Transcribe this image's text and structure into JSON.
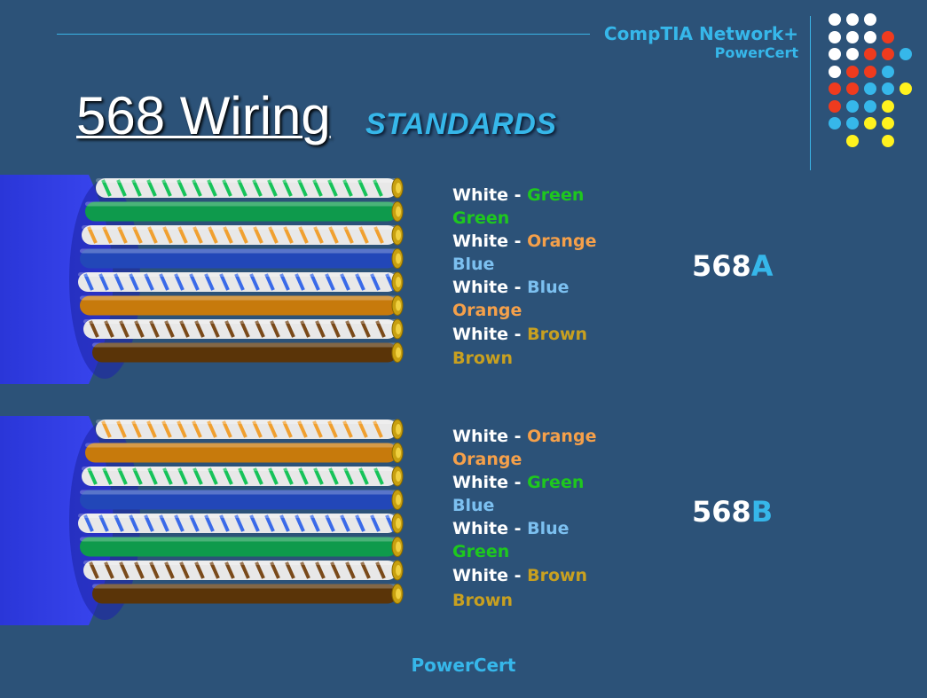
{
  "header": {
    "brand_line1": "CompTIA Network+",
    "brand_line2": "PowerCert",
    "title": "568 Wiring",
    "subtitle": "STANDARDS"
  },
  "footer": {
    "text": "PowerCert"
  },
  "colors": {
    "background": "#2c5278",
    "accent": "#36b7ea",
    "white": "#ffffff",
    "green": "#1ec81e",
    "orange": "#f5a04a",
    "blue": "#7cc0f0",
    "brown": "#c8a020",
    "cable_jacket": "#2a36d8"
  },
  "standards": [
    {
      "id": "568A",
      "label_prefix": "568",
      "label_suffix": "A",
      "wires": [
        {
          "white": "White",
          "sep": " - ",
          "color_name": "Green",
          "color": "green",
          "striped": true
        },
        {
          "white": "",
          "sep": "",
          "color_name": "Green",
          "color": "green",
          "striped": false
        },
        {
          "white": "White",
          "sep": " - ",
          "color_name": "Orange",
          "color": "orange",
          "striped": true
        },
        {
          "white": "",
          "sep": "",
          "color_name": "Blue",
          "color": "blue",
          "striped": false
        },
        {
          "white": "White",
          "sep": " - ",
          "color_name": "Blue",
          "color": "blue",
          "striped": true
        },
        {
          "white": "",
          "sep": "",
          "color_name": "Orange",
          "color": "orange",
          "striped": false
        },
        {
          "white": "White",
          "sep": " - ",
          "color_name": "Brown",
          "color": "brown",
          "striped": true
        },
        {
          "white": "",
          "sep": "",
          "color_name": "Brown",
          "color": "brown",
          "striped": false
        }
      ]
    },
    {
      "id": "568B",
      "label_prefix": "568",
      "label_suffix": "B",
      "wires": [
        {
          "white": "White",
          "sep": " - ",
          "color_name": "Orange",
          "color": "orange",
          "striped": true
        },
        {
          "white": "",
          "sep": "",
          "color_name": "Orange",
          "color": "orange",
          "striped": false
        },
        {
          "white": "White",
          "sep": " - ",
          "color_name": "Green",
          "color": "green",
          "striped": true
        },
        {
          "white": "",
          "sep": "",
          "color_name": "Blue",
          "color": "blue",
          "striped": false
        },
        {
          "white": "White",
          "sep": " - ",
          "color_name": "Blue",
          "color": "blue",
          "striped": true
        },
        {
          "white": "",
          "sep": "",
          "color_name": "Green",
          "color": "green",
          "striped": false
        },
        {
          "white": "White",
          "sep": " - ",
          "color_name": "Brown",
          "color": "brown",
          "striped": true
        },
        {
          "white": "",
          "sep": "",
          "color_name": "Brown",
          "color": "brown",
          "striped": false
        }
      ]
    }
  ]
}
